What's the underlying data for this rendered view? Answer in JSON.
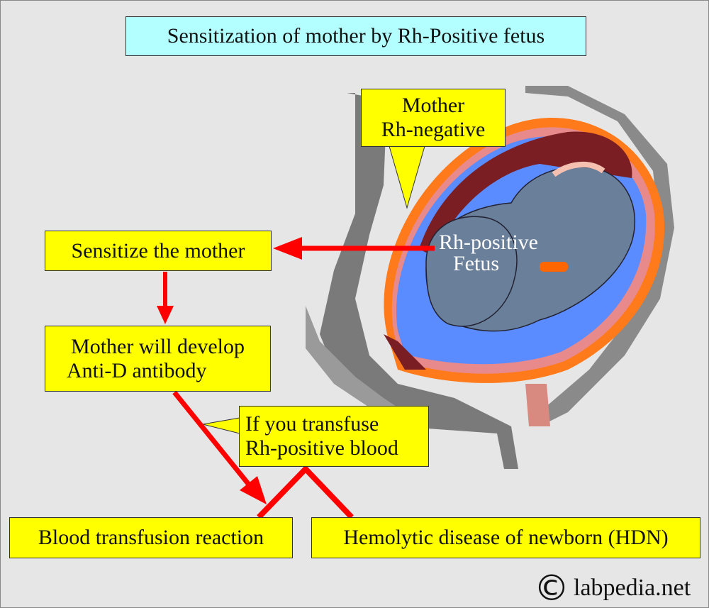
{
  "title": "Sensitization of mother by Rh-Positive fetus",
  "mother_callout": {
    "line1": "Mother",
    "line2": "Rh-negative"
  },
  "fetus_label": {
    "line1": "Rh-positive",
    "line2": "Fetus"
  },
  "steps": {
    "sensitize": "Sensitize the mother",
    "develop_line1": "Mother will develop",
    "develop_line2": "Anti-D antibody",
    "transfuse_line1": "If you transfuse",
    "transfuse_line2": "Rh-positive blood",
    "reaction": "Blood transfusion reaction",
    "hdn": "Hemolytic disease of newborn (HDN)"
  },
  "copyright": {
    "symbol": "©",
    "text": "labpedia.net"
  },
  "colors": {
    "title_bg": "#b3ffff",
    "box_bg": "#ffff00",
    "arrow": "#ff0000",
    "background": "#e6e6e6",
    "fetus": "#6a7f99"
  }
}
